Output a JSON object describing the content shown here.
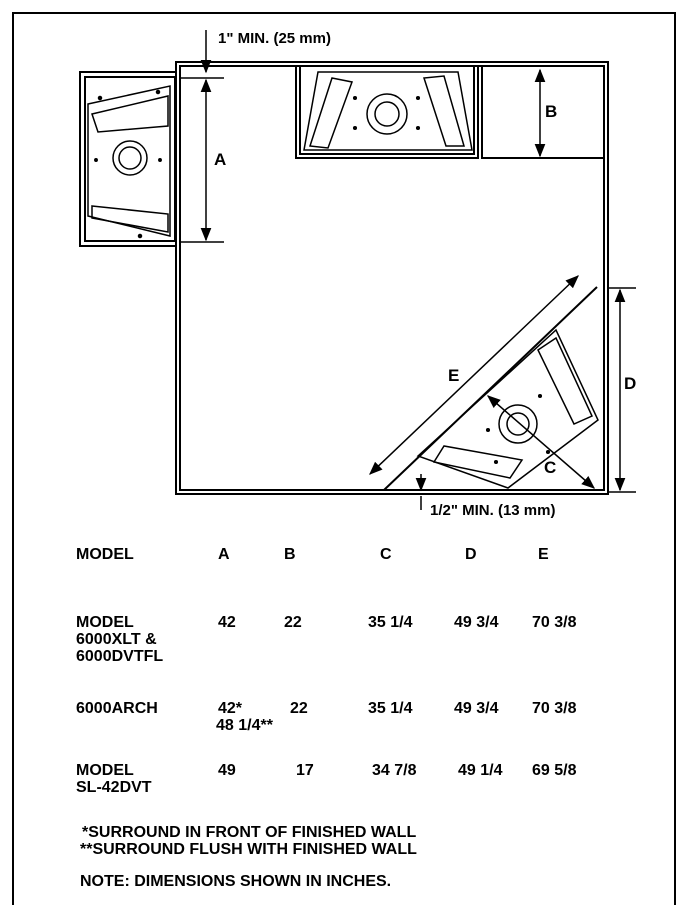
{
  "labels": {
    "min_top": "1\" MIN. (25 mm)",
    "min_bottom": "1/2\" MIN. (13 mm)",
    "a": "A",
    "b": "B",
    "c": "C",
    "d": "D",
    "e": "E"
  },
  "table": {
    "headers": [
      "MODEL",
      "A",
      "B",
      "C",
      "D",
      "E"
    ],
    "rows": [
      {
        "model_line1": "MODEL",
        "model_line2": "6000XLT &",
        "model_line3": "6000DVTFL",
        "a": "42",
        "a2": "",
        "b": "22",
        "c": "35 1/4",
        "d": "49 3/4",
        "e": "70 3/8"
      },
      {
        "model_line1": "6000ARCH",
        "model_line2": "",
        "model_line3": "",
        "a": "42*",
        "a2": "48 1/4**",
        "b": "22",
        "c": "35 1/4",
        "d": "49 3/4",
        "e": "70 3/8"
      },
      {
        "model_line1": "MODEL",
        "model_line2": "SL-42DVT",
        "model_line3": "",
        "a": "49",
        "a2": "",
        "b": "17",
        "c": "34 7/8",
        "d": "49 1/4",
        "e": "69 5/8"
      }
    ]
  },
  "notes": [
    "*SURROUND IN FRONT OF FINISHED WALL",
    "**SURROUND FLUSH WITH FINISHED WALL",
    "NOTE:  DIMENSIONS SHOWN IN INCHES."
  ]
}
